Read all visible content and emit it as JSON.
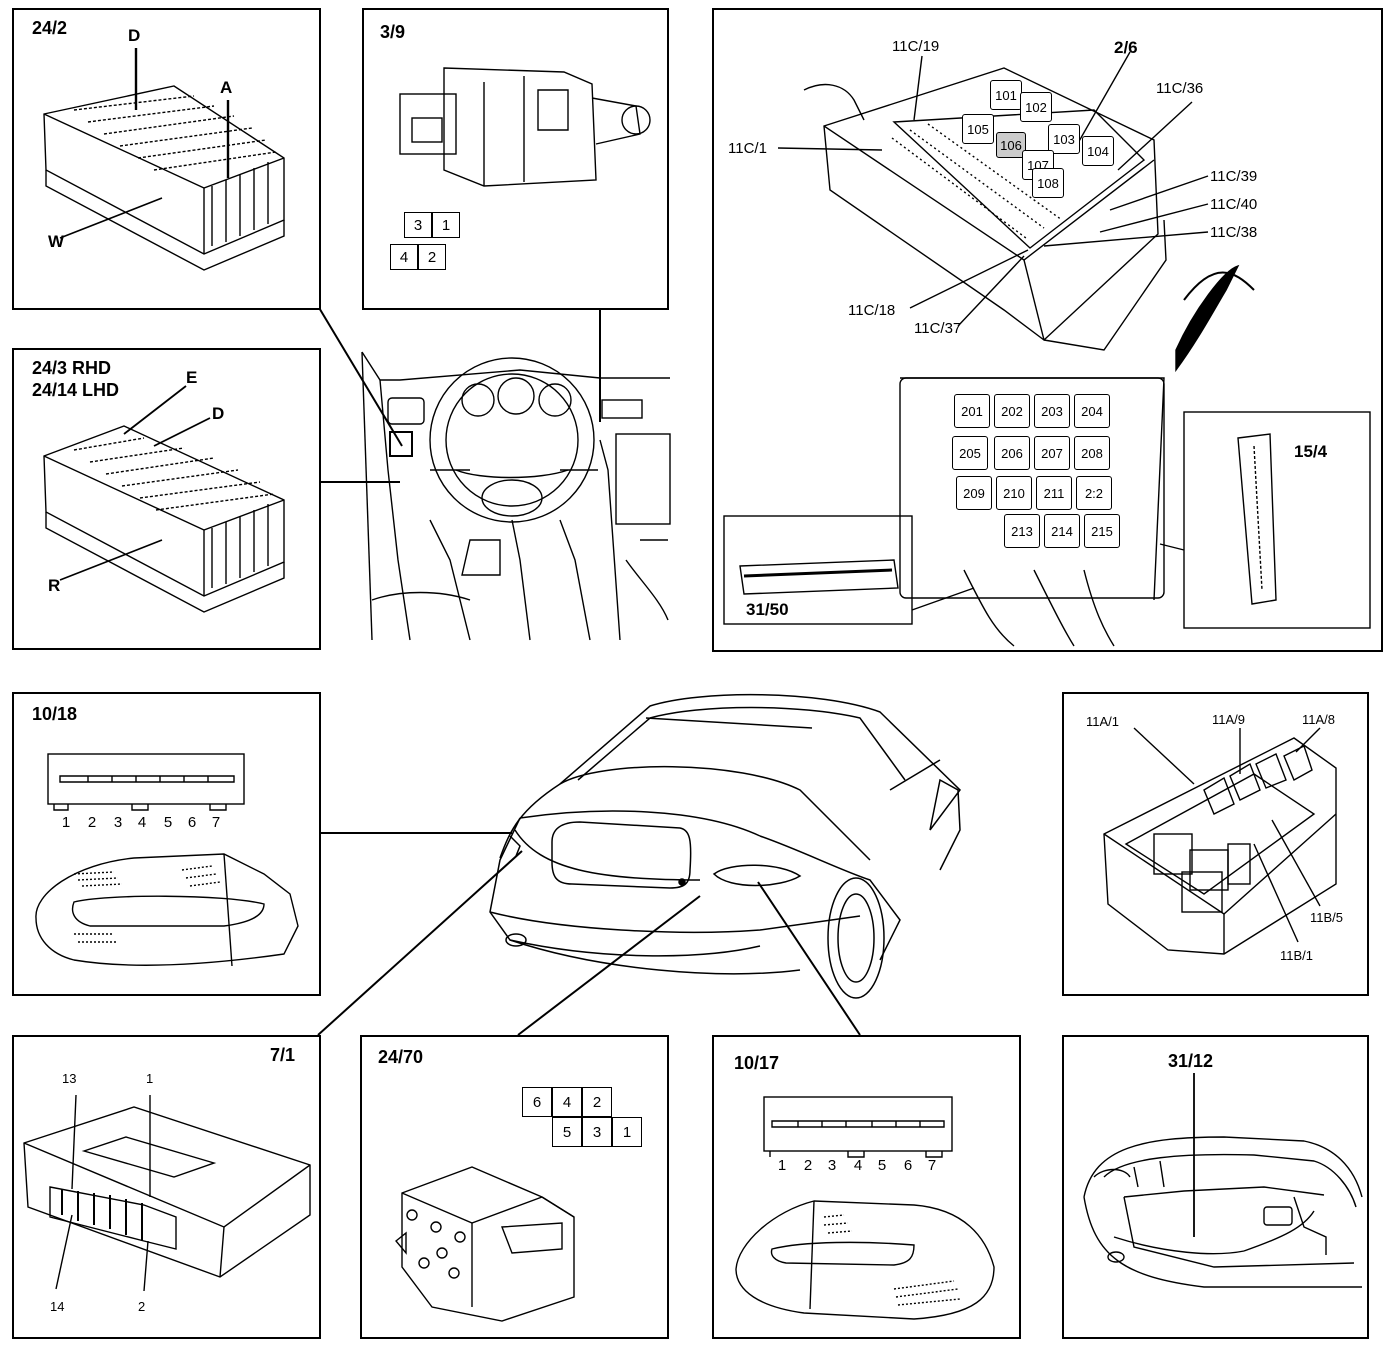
{
  "panels": {
    "p24_2": {
      "title": "24/2",
      "labels": {
        "d": "D",
        "a": "A",
        "w": "W"
      }
    },
    "p3_9": {
      "title": "3/9",
      "pins": [
        "3",
        "1",
        "4",
        "2"
      ]
    },
    "p24_3": {
      "title_line1": "24/3 RHD",
      "title_line2": "24/14 LHD",
      "labels": {
        "e": "E",
        "d": "D",
        "r": "R"
      }
    },
    "p2_6": {
      "title": "2/6",
      "callouts": [
        "11C/19",
        "11C/36",
        "11C/1",
        "11C/39",
        "11C/40",
        "11C/38",
        "11C/18",
        "11C/37"
      ],
      "top_relays": [
        "101",
        "102",
        "105",
        "103",
        "106",
        "104",
        "107",
        "108"
      ],
      "relays": [
        "201",
        "202",
        "203",
        "204",
        "205",
        "206",
        "207",
        "208",
        "209",
        "210",
        "211",
        "2:2",
        "213",
        "214",
        "215"
      ],
      "sub_31_50": "31/50",
      "sub_15_4": "15/4"
    },
    "p10_18": {
      "title": "10/18",
      "pins": [
        "1",
        "2",
        "3",
        "4",
        "5",
        "6",
        "7"
      ]
    },
    "p11a": {
      "labels": [
        "11A/1",
        "11A/9",
        "11A/8",
        "11B/5",
        "11B/1"
      ]
    },
    "p7_1": {
      "title": "7/1",
      "pins": {
        "p13": "13",
        "p1": "1",
        "p14": "14",
        "p2": "2"
      }
    },
    "p24_70": {
      "title": "24/70",
      "pins_top": [
        "6",
        "4",
        "2"
      ],
      "pins_bottom": [
        "5",
        "3",
        "1"
      ]
    },
    "p10_17": {
      "title": "10/17",
      "pins": [
        "1",
        "2",
        "3",
        "4",
        "5",
        "6",
        "7"
      ]
    },
    "p31_12": {
      "title": "31/12"
    }
  }
}
